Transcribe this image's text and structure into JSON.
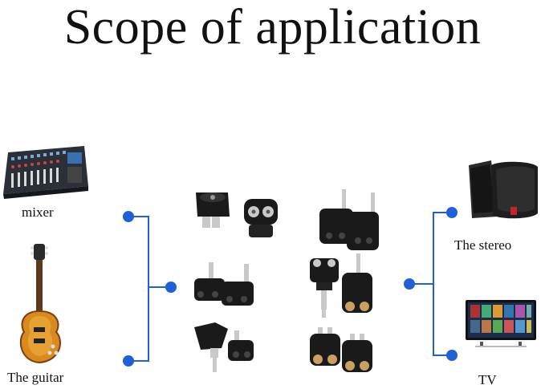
{
  "title": "Scope of application",
  "sources": [
    {
      "label": "mixer",
      "icon": "mixer-icon"
    },
    {
      "label": "The guitar",
      "icon": "guitar-icon"
    }
  ],
  "destinations": [
    {
      "label": "The stereo",
      "icon": "speaker-icon"
    },
    {
      "label": "TV",
      "icon": "tv-icon"
    }
  ],
  "colors": {
    "connector": "#1f5fd8",
    "adapter": "#1a1a1a",
    "metal": "#c9c9c9"
  }
}
